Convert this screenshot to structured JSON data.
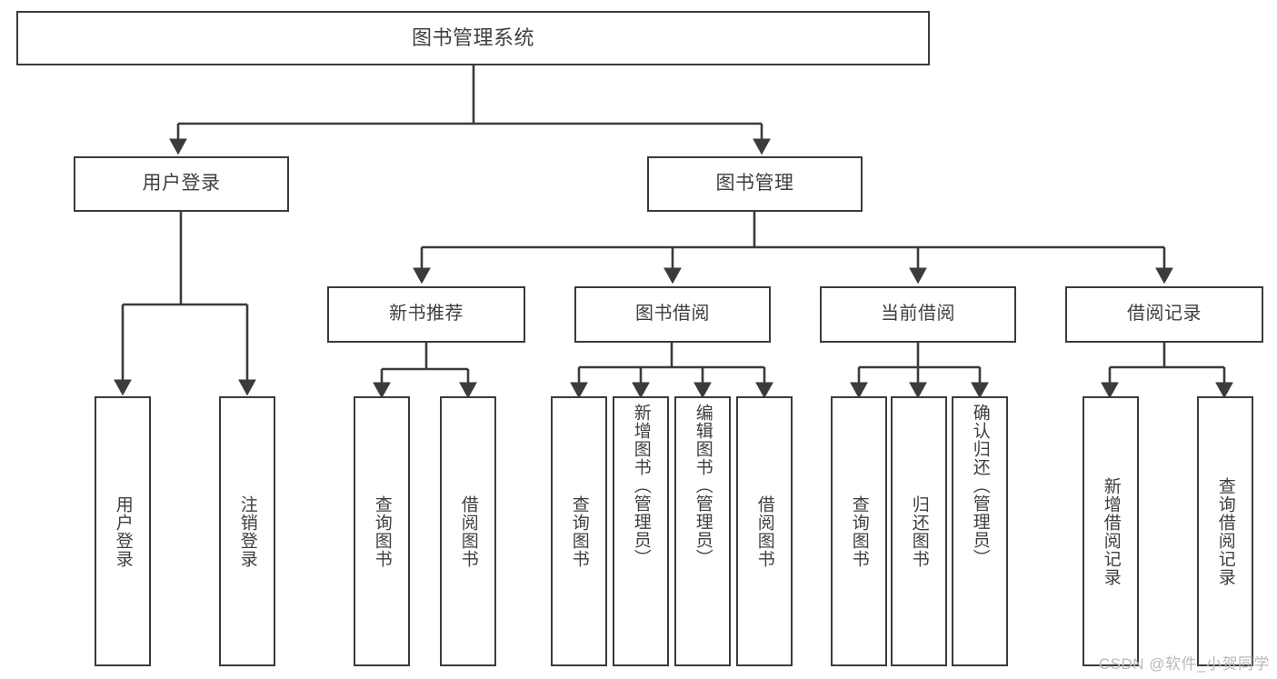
{
  "diagram": {
    "title": "图书管理系统",
    "type": "tree",
    "watermark": "CSDN @软件_小贺同学",
    "colors": {
      "stroke": "#3b3b3b",
      "text": "#3f3f3f",
      "background": "#ffffff",
      "watermark": "#b9b9b9"
    },
    "root": {
      "label": "图书管理系统"
    },
    "level1": [
      {
        "label": "用户登录"
      },
      {
        "label": "图书管理"
      }
    ],
    "level2": [
      {
        "label": "新书推荐"
      },
      {
        "label": "图书借阅"
      },
      {
        "label": "当前借阅"
      },
      {
        "label": "借阅记录"
      }
    ],
    "leaves": {
      "user_login": [
        {
          "label": "用户登录"
        },
        {
          "label": "注销登录"
        }
      ],
      "new_book_recommend": [
        {
          "label": "查询图书"
        },
        {
          "label": "借阅图书"
        }
      ],
      "book_borrow": [
        {
          "label": "查询图书"
        },
        {
          "label": "新增图书（管理员）"
        },
        {
          "label": "编辑图书（管理员）"
        },
        {
          "label": "借阅图书"
        }
      ],
      "current_borrow": [
        {
          "label": "查询图书"
        },
        {
          "label": "归还图书"
        },
        {
          "label": "确认归还（管理员）"
        }
      ],
      "borrow_record": [
        {
          "label": "新增借阅记录"
        },
        {
          "label": "查询借阅记录"
        }
      ]
    }
  }
}
